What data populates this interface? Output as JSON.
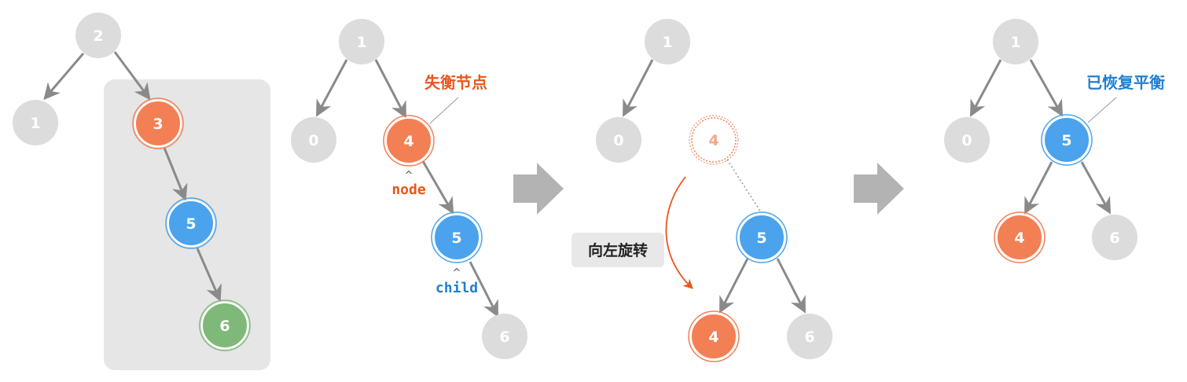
{
  "colors": {
    "grey_fill": "#dcdcdc",
    "grey_label": "#ffffff",
    "orange_fill": "#f37f55",
    "blue_fill": "#4aa3ec",
    "green_fill": "#7fb97a",
    "edge": "#8a8a8a",
    "panel_bg": "#e6e6e6",
    "orange_text": "#e8561e",
    "blue_text": "#1f7fd0",
    "rotate_bg": "#e8e8e8",
    "big_arrow": "#b3b3b3"
  },
  "panel1": {
    "nodes": {
      "root": "2",
      "left": "1",
      "n3": "3",
      "n5": "5",
      "n6": "6"
    }
  },
  "panel2": {
    "nodes": {
      "root": "1",
      "left": "0",
      "node": "4",
      "child": "5",
      "n6": "6"
    },
    "unbalanced_label": "失衡节点",
    "node_label": "node",
    "child_label": "child"
  },
  "panel3": {
    "nodes": {
      "root": "1",
      "left": "0",
      "ghost": "4",
      "n5": "5",
      "n4": "4",
      "n6": "6"
    },
    "rotate_label": "向左旋转"
  },
  "panel4": {
    "nodes": {
      "root": "1",
      "left": "0",
      "n5": "5",
      "n4": "4",
      "n6": "6"
    },
    "balanced_label": "已恢复平衡"
  }
}
